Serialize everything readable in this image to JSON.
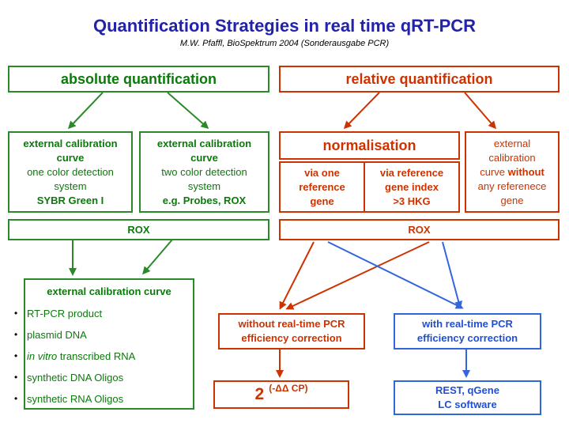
{
  "title": "Quantification Strategies in real time qRT-PCR",
  "subtitle": "M.W. Pfaffl,  BioSpektrum 2004 (Sonderausgabe PCR)",
  "absolute": {
    "label": "absolute quantification",
    "left_box": {
      "line1": "external calibration",
      "line2": "curve",
      "line3": "one color detection",
      "line4": "system",
      "line5": "SYBR Green I"
    },
    "right_box": {
      "line1": "external calibration",
      "line2": "curve",
      "line3": "two color detection",
      "line4": "system",
      "line5": "e.g. Probes, ROX"
    },
    "rox": "ROX",
    "calibration": {
      "heading": "external calibration curve",
      "items": [
        {
          "pre": "",
          "italic": "",
          "text": "RT-PCR product"
        },
        {
          "pre": "",
          "italic": "",
          "text": "plasmid DNA"
        },
        {
          "pre": "",
          "italic": "in vitro",
          "text": " transcribed RNA"
        },
        {
          "pre": "",
          "italic": "",
          "text": "synthetic DNA Oligos"
        },
        {
          "pre": "",
          "italic": "",
          "text": "synthetic RNA Oligos"
        }
      ],
      "bullet": "•"
    }
  },
  "relative": {
    "label": "relative quantification",
    "normalisation": "normalisation",
    "via_one": {
      "line1": "via one",
      "line2": "reference",
      "line3": "gene"
    },
    "via_index": {
      "line1": "via reference",
      "line2": "gene index",
      "line3": ">3 HKG"
    },
    "external": {
      "line1": "external",
      "line2": "calibration",
      "line3a": "curve ",
      "line3b": "without",
      "line4": "any referenece",
      "line5": "gene"
    },
    "rox": "ROX"
  },
  "without_correction": {
    "line1": "without real-time PCR",
    "line2": "efficiency correction"
  },
  "with_correction": {
    "line1": "with real-time PCR",
    "line2": "efficiency correction"
  },
  "formula": {
    "base": "2",
    "exponent": "(-ΔΔ CP)"
  },
  "software": {
    "line1": "REST, qGene",
    "line2": "LC software"
  },
  "colors": {
    "green": "#0b7a0b",
    "red": "#cc3300",
    "blue": "#1f4fd6",
    "title": "#2222aa"
  }
}
